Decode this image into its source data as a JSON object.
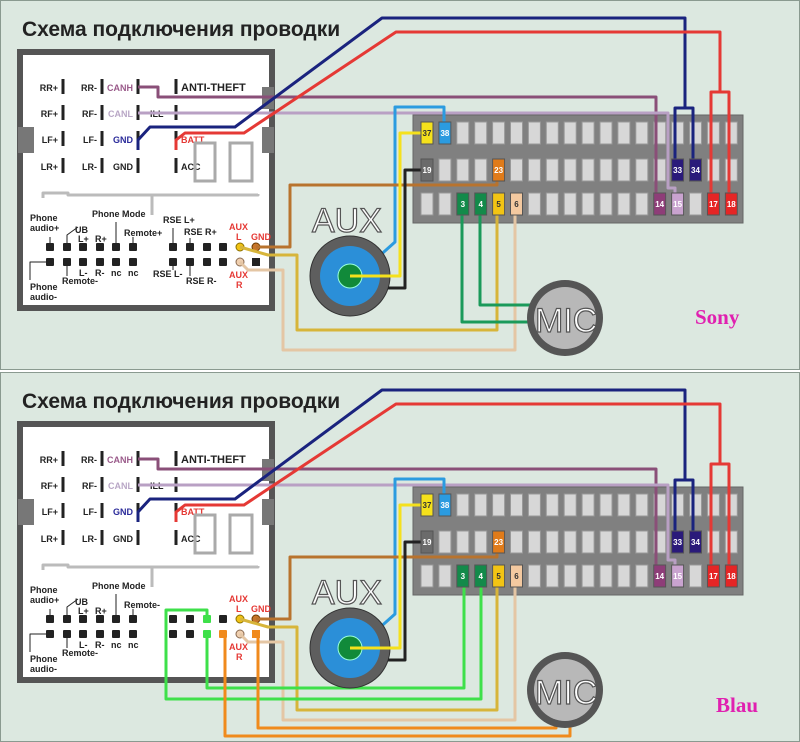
{
  "panels": [
    {
      "title": "Схема подключения проводки",
      "brand": "Sony",
      "variant": "sony"
    },
    {
      "title": "Схема подключения проводки",
      "brand": "Blau",
      "variant": "blau"
    }
  ],
  "iso_labels": {
    "rr_plus": "RR+",
    "rr_minus": "RR-",
    "canh": "CANH",
    "anti_theft": "ANTI-THEFT",
    "rf_plus": "RF+",
    "rf_minus": "RF-",
    "canl": "CANL",
    "ill": "ILL",
    "lf_plus": "LF+",
    "lf_minus": "LF-",
    "gnd": "GND",
    "batt": "BATT",
    "lr_plus": "LR+",
    "lr_minus": "LR-",
    "gnd2": "GND",
    "acc": "ACC"
  },
  "aux_labels": {
    "phone_audio_plus_1": "Phone",
    "phone_audio_plus_2": "audio+",
    "ub": "UB",
    "phone_mode": "Phone Mode",
    "remote_plus": "Remote+",
    "remote_plus_blau": "Remote-",
    "l_plus": "L+",
    "r_plus": "R+",
    "l_minus": "L-",
    "r_minus": "R-",
    "nc": "nc",
    "phone_audio_minus_1": "Phone",
    "phone_audio_minus_2": "audio-",
    "remote_minus": "Remote-",
    "rse_l_plus": "RSE L+",
    "rse_r_plus": "RSE R+",
    "rse_l_minus": "RSE L-",
    "rse_r_minus": "RSE R-",
    "aux": "AUX",
    "aux_l": "L",
    "aux_r": "R",
    "gnd": "GND"
  },
  "pins": [
    {
      "n": "37",
      "row": 0,
      "col": 0,
      "color": "#f5e11c"
    },
    {
      "n": "38",
      "row": 0,
      "col": 1,
      "color": "#2b9be0"
    },
    {
      "n": "19",
      "row": 1,
      "col": 0,
      "color": "#6b6b6b"
    },
    {
      "n": "23",
      "row": 1,
      "col": 4,
      "color": "#e07b1a"
    },
    {
      "n": "3",
      "row": 2,
      "col": 2,
      "color": "#138a4a"
    },
    {
      "n": "4",
      "row": 2,
      "col": 3,
      "color": "#138a4a"
    },
    {
      "n": "5",
      "row": 2,
      "col": 4,
      "color": "#f2c414"
    },
    {
      "n": "6",
      "row": 2,
      "col": 5,
      "color": "#f3c9a0"
    },
    {
      "n": "14",
      "row": 2,
      "col": 13,
      "color": "#8e3d78"
    },
    {
      "n": "15",
      "row": 2,
      "col": 14,
      "color": "#c9a3cf"
    },
    {
      "n": "33",
      "row": 1,
      "col": 14,
      "color": "#2a1a7a"
    },
    {
      "n": "34",
      "row": 1,
      "col": 15,
      "color": "#2a1a7a"
    },
    {
      "n": "17",
      "row": 2,
      "col": 16,
      "color": "#e52525"
    },
    {
      "n": "18",
      "row": 2,
      "col": 17,
      "color": "#e52525"
    }
  ],
  "devices": {
    "aux": "AUX",
    "mic": "MIC"
  },
  "colors": {
    "brand": "#e020b0",
    "bg": "#dce8e0",
    "canh": "#8a4f78",
    "canl": "#b9a0c4",
    "gnd": "#1a237e",
    "batt": "#e53935"
  }
}
